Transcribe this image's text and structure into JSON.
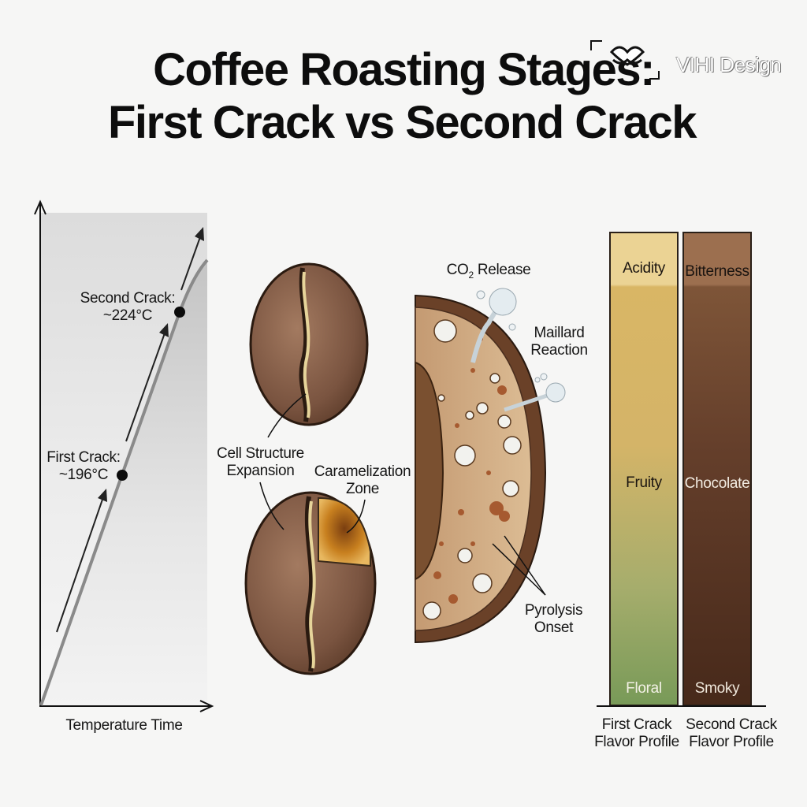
{
  "header": {
    "title_line1": "Coffee Roasting Stages:",
    "title_line2": "First Crack vs Second Crack",
    "watermark": "VIHI Design"
  },
  "chart_data": [
    {
      "type": "line",
      "title": "Roast curve",
      "xlabel": "Temperature Time",
      "ylabel": "",
      "annotations": [
        {
          "label": "First Crack:",
          "value": "~196°C",
          "temp_c": 196
        },
        {
          "label": "Second Crack:",
          "value": "~224°C",
          "temp_c": 224
        }
      ],
      "grid": false
    },
    {
      "type": "bar",
      "title": "Flavor Profiles",
      "categories": [
        "First Crack Flavor Profile",
        "Second Crack Flavor Profile"
      ],
      "series": [
        {
          "name": "First Crack Flavor Profile",
          "notes_top_to_bottom": [
            "Acidity",
            "Fruity",
            "Floral"
          ],
          "colors": [
            "#ebd394",
            "#d6b463",
            "#7a9a5a"
          ]
        },
        {
          "name": "Second Crack Flavor Profile",
          "notes_top_to_bottom": [
            "Bitterness",
            "Chocolate",
            "Smoky"
          ],
          "colors": [
            "#9c6f4f",
            "#6b4530",
            "#4a2e1e"
          ]
        }
      ]
    }
  ],
  "roast_chart": {
    "x_axis_label": "Temperature Time",
    "first_crack_label": "First Crack:",
    "first_crack_value": "~196°C",
    "second_crack_label": "Second Crack:",
    "second_crack_value": "~224°C"
  },
  "bean_illustration": {
    "cell_structure_label_l1": "Cell Structure",
    "cell_structure_label_l2": "Expansion",
    "caramelization_label_l1": "Caramelization",
    "caramelization_label_l2": "Zone"
  },
  "cross_section": {
    "co2_label_main": "CO",
    "co2_label_sub": "2",
    "co2_label_rest": " Release",
    "maillard_label_l1": "Maillard",
    "maillard_label_l2": "Reaction",
    "pyrolysis_label_l1": "Pyrolysis",
    "pyrolysis_label_l2": "Onset"
  },
  "flavor_bars": {
    "first": {
      "top": "Acidity",
      "middle": "Fruity",
      "bottom": "Floral",
      "caption_l1": "First Crack",
      "caption_l2": "Flavor Profile"
    },
    "second": {
      "top": "Bitterness",
      "middle": "Chocolate",
      "bottom": "Smoky",
      "caption_l1": "Second Crack",
      "caption_l2": "Flavor Profile"
    }
  },
  "colors": {
    "first_bar_top": "#ebd394",
    "first_bar_mid": "#d6b463",
    "first_bar_bottom": "#7a9a5a",
    "second_bar_top": "#9c6f4f",
    "second_bar_mid": "#6b4530",
    "second_bar_bottom": "#4a2e1e",
    "bean_brown": "#7a5440"
  }
}
